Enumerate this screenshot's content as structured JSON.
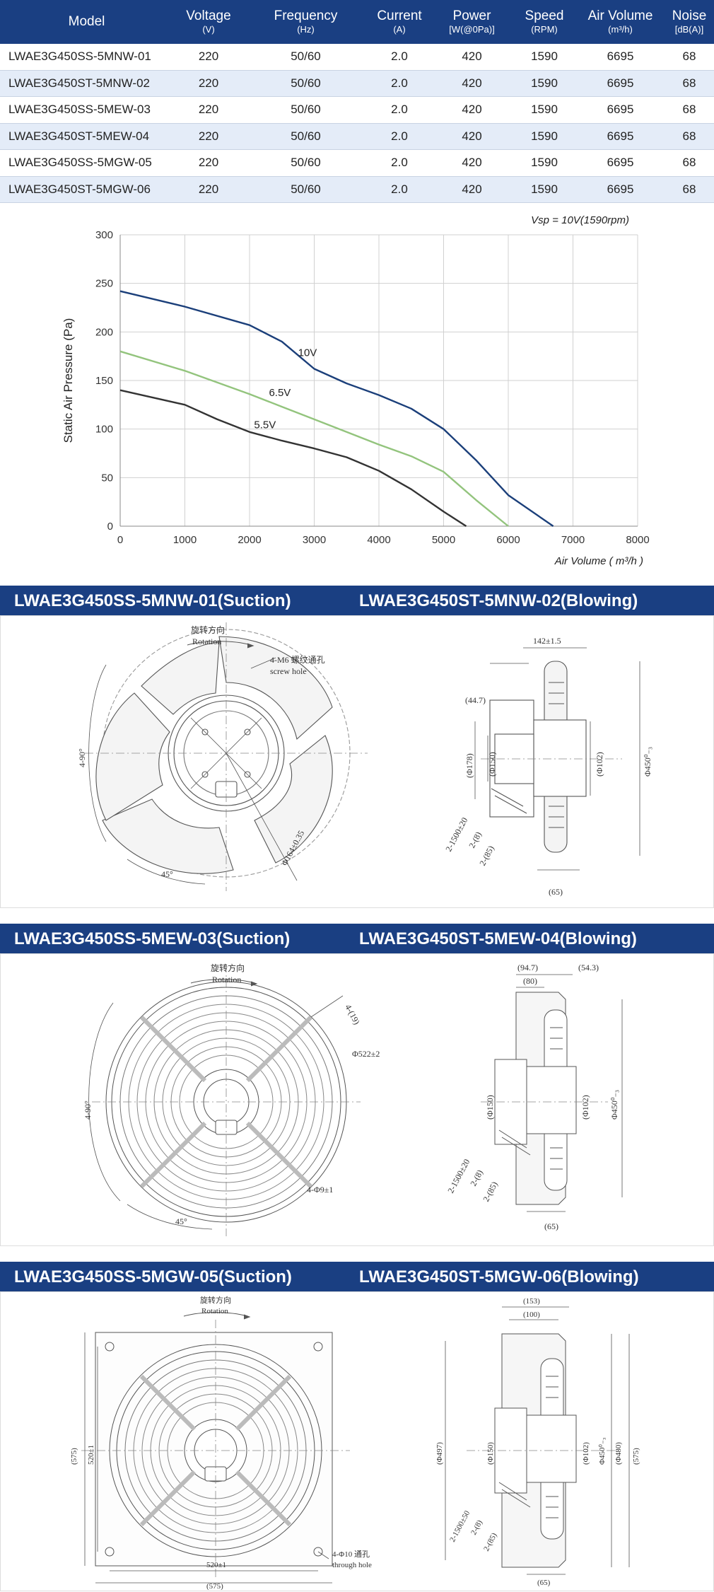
{
  "table": {
    "headers": [
      {
        "title": "Model",
        "unit": ""
      },
      {
        "title": "Voltage",
        "unit": "(V)"
      },
      {
        "title": "Frequency",
        "unit": "(Hz)"
      },
      {
        "title": "Current",
        "unit": "(A)"
      },
      {
        "title": "Power",
        "unit": "[W(@0Pa)]"
      },
      {
        "title": "Speed",
        "unit": "(RPM)"
      },
      {
        "title": "Air Volume",
        "unit": "(m³/h)"
      },
      {
        "title": "Noise",
        "unit": "[dB(A)]"
      }
    ],
    "rows": [
      [
        "LWAE3G450SS-5MNW-01",
        "220",
        "50/60",
        "2.0",
        "420",
        "1590",
        "6695",
        "68"
      ],
      [
        "LWAE3G450ST-5MNW-02",
        "220",
        "50/60",
        "2.0",
        "420",
        "1590",
        "6695",
        "68"
      ],
      [
        "LWAE3G450SS-5MEW-03",
        "220",
        "50/60",
        "2.0",
        "420",
        "1590",
        "6695",
        "68"
      ],
      [
        "LWAE3G450ST-5MEW-04",
        "220",
        "50/60",
        "2.0",
        "420",
        "1590",
        "6695",
        "68"
      ],
      [
        "LWAE3G450SS-5MGW-05",
        "220",
        "50/60",
        "2.0",
        "420",
        "1590",
        "6695",
        "68"
      ],
      [
        "LWAE3G450ST-5MGW-06",
        "220",
        "50/60",
        "2.0",
        "420",
        "1590",
        "6695",
        "68"
      ]
    ]
  },
  "chart_data": {
    "type": "line",
    "title": "Vsp = 10V(1590rpm)",
    "xlabel": "Air Volume ( m³/h )",
    "ylabel": "Static Air Pressure  (Pa)",
    "xlim": [
      0,
      8000
    ],
    "ylim": [
      0,
      300
    ],
    "xticks": [
      "0",
      "1000",
      "2000",
      "3000",
      "4000",
      "5000",
      "6000",
      "7000",
      "8000"
    ],
    "yticks": [
      "0",
      "50",
      "100",
      "150",
      "200",
      "250",
      "300"
    ],
    "grid": true,
    "colors": {
      "10V": "#1b3f7a",
      "6.5V": "#93c47d",
      "5.5V": "#333333"
    },
    "series": [
      {
        "name": "10V",
        "label_at": [
          2750,
          175
        ],
        "points": [
          [
            0,
            242
          ],
          [
            1000,
            226
          ],
          [
            2000,
            207
          ],
          [
            2500,
            190
          ],
          [
            3000,
            162
          ],
          [
            3500,
            147
          ],
          [
            4000,
            135
          ],
          [
            4500,
            121
          ],
          [
            5000,
            100
          ],
          [
            5500,
            68
          ],
          [
            6000,
            32
          ],
          [
            6695,
            0
          ]
        ]
      },
      {
        "name": "6.5V",
        "label_at": [
          2300,
          134
        ],
        "points": [
          [
            0,
            180
          ],
          [
            1000,
            160
          ],
          [
            2000,
            136
          ],
          [
            2500,
            123
          ],
          [
            3000,
            110
          ],
          [
            3500,
            97
          ],
          [
            4000,
            84
          ],
          [
            4500,
            72
          ],
          [
            5000,
            56
          ],
          [
            5500,
            27
          ],
          [
            6000,
            0
          ]
        ]
      },
      {
        "name": "5.5V",
        "label_at": [
          2070,
          101
        ],
        "points": [
          [
            0,
            140
          ],
          [
            1000,
            125
          ],
          [
            1500,
            110
          ],
          [
            2000,
            97
          ],
          [
            2500,
            88
          ],
          [
            3000,
            80
          ],
          [
            3500,
            71
          ],
          [
            4000,
            57
          ],
          [
            4500,
            38
          ],
          [
            5000,
            15
          ],
          [
            5350,
            0
          ]
        ]
      }
    ]
  },
  "sections": [
    {
      "left": "LWAE3G450SS-5MNW-01(Suction)",
      "right": "LWAE3G450ST-5MNW-02(Blowing)"
    },
    {
      "left": "LWAE3G450SS-5MEW-03(Suction)",
      "right": "LWAE3G450ST-5MEW-04(Blowing)"
    },
    {
      "left": "LWAE3G450SS-5MGW-05(Suction)",
      "right": "LWAE3G450ST-5MGW-06(Blowing)"
    }
  ],
  "drawings": {
    "d1": {
      "rotation_cn": "旋转方向",
      "rotation_en": "Rotation",
      "screw_cn": "4-M6 螺纹通孔",
      "screw_en": "screw hole",
      "angle_4": "4-90°",
      "angle_45": "45°",
      "pcd": "Φ164±0.35",
      "side_width": "142±1.5",
      "side_offset": "(44.7)",
      "d178": "(Φ178)",
      "d150": "(Φ150)",
      "d102": "(Φ102)",
      "d450": "Φ450⁰₋₃",
      "cable": "2-1500±20",
      "c8": "2-(8)",
      "c85": "2-(85)",
      "side_65": "(65)"
    },
    "d2": {
      "rotation_cn": "旋转方向",
      "rotation_en": "Rotation",
      "angle_4": "4-90°",
      "angle_45": "45°",
      "d19": "4-(19)",
      "d522": "Φ522±2",
      "holes": "4-Φ9±1",
      "w947": "(94.7)",
      "w543": "(54.3)",
      "w80": "(80)",
      "d150": "(Φ150)",
      "d102": "(Φ102)",
      "d450": "Φ450⁰₋₃",
      "cable": "2-1500±20",
      "c8": "2-(8)",
      "c85": "2-(85)",
      "side_65": "(65)"
    },
    "d3": {
      "rotation_cn": "旋转方向",
      "rotation_en": "Rotation",
      "h575": "(575)",
      "h520": "520±1",
      "w520": "520±1",
      "w575": "(575)",
      "holes_cn": "4-Φ10 通孔",
      "holes_en": "through hole",
      "w153": "(153)",
      "w100": "(100)",
      "d497": "(Φ497)",
      "d150": "(Φ150)",
      "d102": "(Φ102)",
      "d450": "Φ450⁰₋₃",
      "d480": "(Φ480)",
      "s575": "(575)",
      "cable": "2-1500±50",
      "c8": "2-(8)",
      "c85": "2-(85)",
      "side_65": "(65)"
    }
  }
}
